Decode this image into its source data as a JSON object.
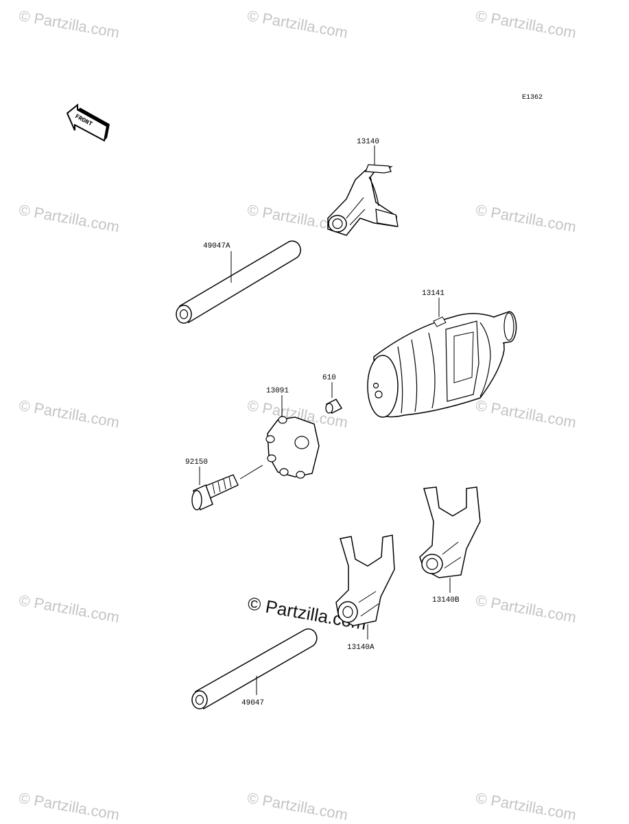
{
  "diagram": {
    "code": "E1362",
    "front_label": "FRONT",
    "watermark_text": "© Partzilla.com",
    "center_watermark": "© Partzilla.com",
    "parts": [
      {
        "id": "13140",
        "label": "13140"
      },
      {
        "id": "49047A",
        "label": "49047A"
      },
      {
        "id": "13141",
        "label": "13141"
      },
      {
        "id": "610",
        "label": "610"
      },
      {
        "id": "13091",
        "label": "13091"
      },
      {
        "id": "92150",
        "label": "92150"
      },
      {
        "id": "13140A",
        "label": "13140A"
      },
      {
        "id": "13140B",
        "label": "13140B"
      },
      {
        "id": "49047",
        "label": "49047"
      }
    ]
  }
}
